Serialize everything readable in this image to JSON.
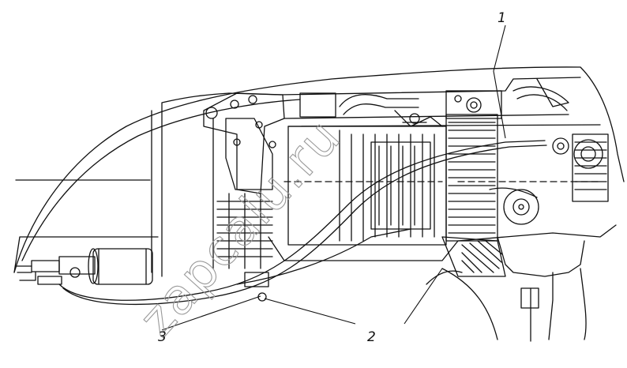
{
  "callouts": [
    {
      "id": "1",
      "label": "1"
    },
    {
      "id": "2",
      "label": "2"
    },
    {
      "id": "3",
      "label": "3"
    }
  ],
  "watermark": "zapcalu.ru"
}
